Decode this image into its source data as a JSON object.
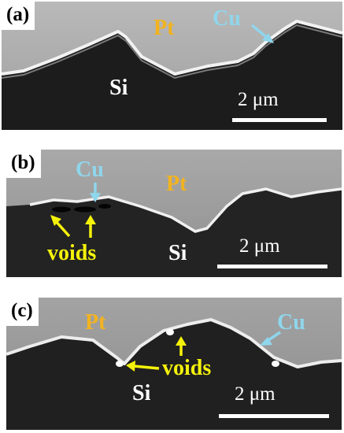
{
  "colors": {
    "pt": "#f2b320",
    "cu": "#8fd6ec",
    "si": "#ffffff",
    "voids": "#f5f20a",
    "scale": "#ffffff"
  },
  "panels": [
    {
      "tag": "(a)",
      "labels": {
        "pt": "Pt",
        "cu": "Cu",
        "si": "Si"
      },
      "scale": "2 μm"
    },
    {
      "tag": "(b)",
      "labels": {
        "pt": "Pt",
        "cu": "Cu",
        "si": "Si",
        "voids": "voids"
      },
      "scale": "2 μm"
    },
    {
      "tag": "(c)",
      "labels": {
        "pt": "Pt",
        "cu": "Cu",
        "si": "Si",
        "voids": "voids"
      },
      "scale": "2 μm"
    }
  ]
}
